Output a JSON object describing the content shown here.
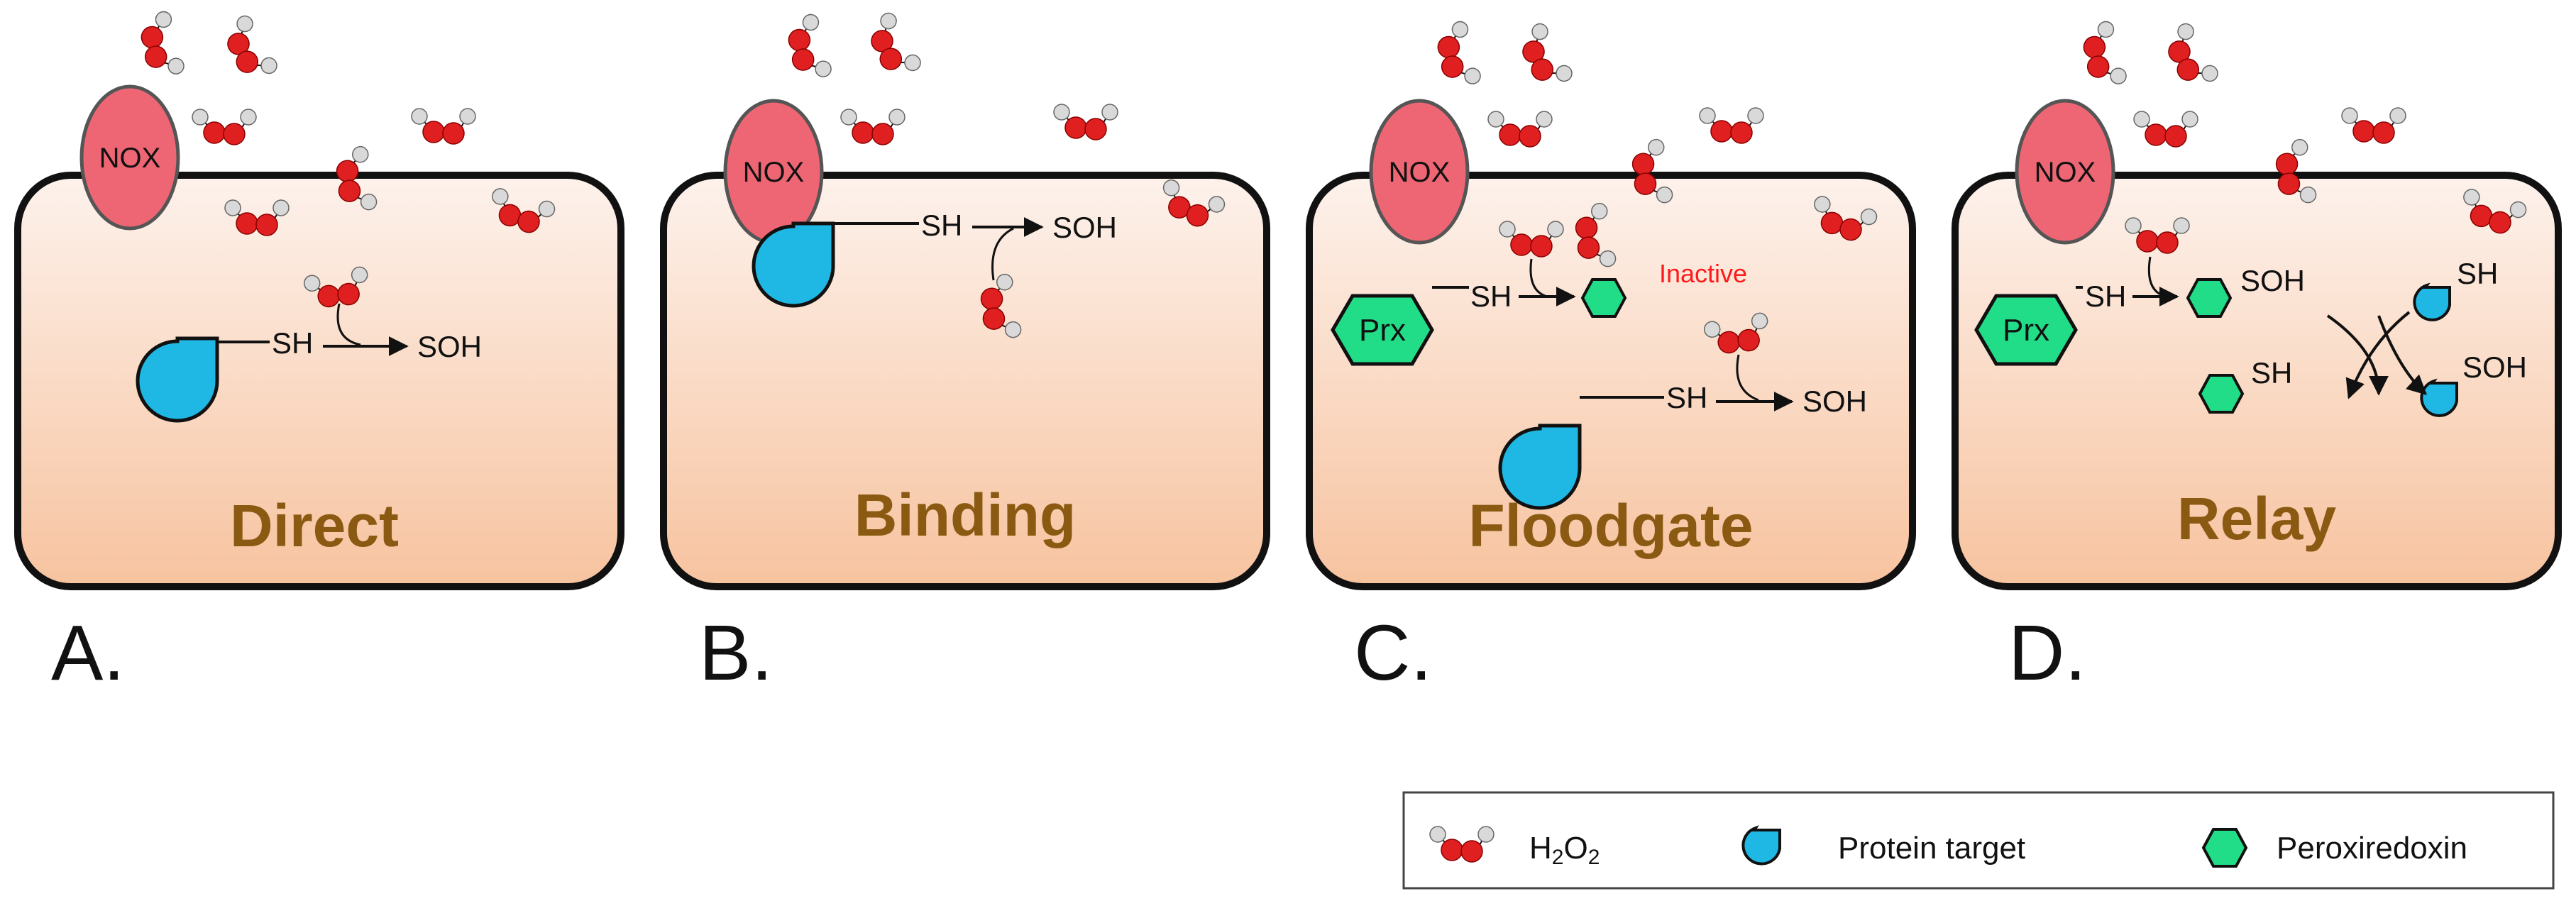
{
  "colors": {
    "cell_top": "#fdf2ec",
    "cell_bottom": "#f7c39f",
    "cell_border": "#111111",
    "title": "#8a5a12",
    "nox": "#ee6674",
    "protein": "#1fb8e4",
    "prx": "#22dd88",
    "inactive": "#ff1a1a",
    "h2o2_oxygen": "#e02020",
    "h2o2_hydrogen": "#d9d9d9"
  },
  "panels": [
    {
      "title": "Direct",
      "letter": "A.",
      "nox": "NOX",
      "reaction": {
        "from": "SH",
        "to": "SOH"
      }
    },
    {
      "title": "Binding",
      "letter": "B.",
      "nox": "NOX",
      "reaction": {
        "from": "SH",
        "to": "SOH"
      }
    },
    {
      "title": "Floodgate",
      "letter": "C.",
      "nox": "NOX",
      "prx_label": "Prx",
      "prx_from": "SH",
      "inactive": "Inactive",
      "reaction": {
        "from": "SH",
        "to": "SOH"
      }
    },
    {
      "title": "Relay",
      "letter": "D.",
      "nox": "NOX",
      "prx_label": "Prx",
      "prx_from": "SH",
      "prx_oxidized": "SOH",
      "prx_reduced": "SH",
      "protein_reduced": "SH",
      "protein_oxidized": "SOH"
    }
  ],
  "legend": {
    "h2o2_sym": "H",
    "h2o2_sub1": "2",
    "h2o2_o": "O",
    "h2o2_sub2": "2",
    "protein": "Protein target",
    "peroxiredoxin": "Peroxiredoxin"
  }
}
